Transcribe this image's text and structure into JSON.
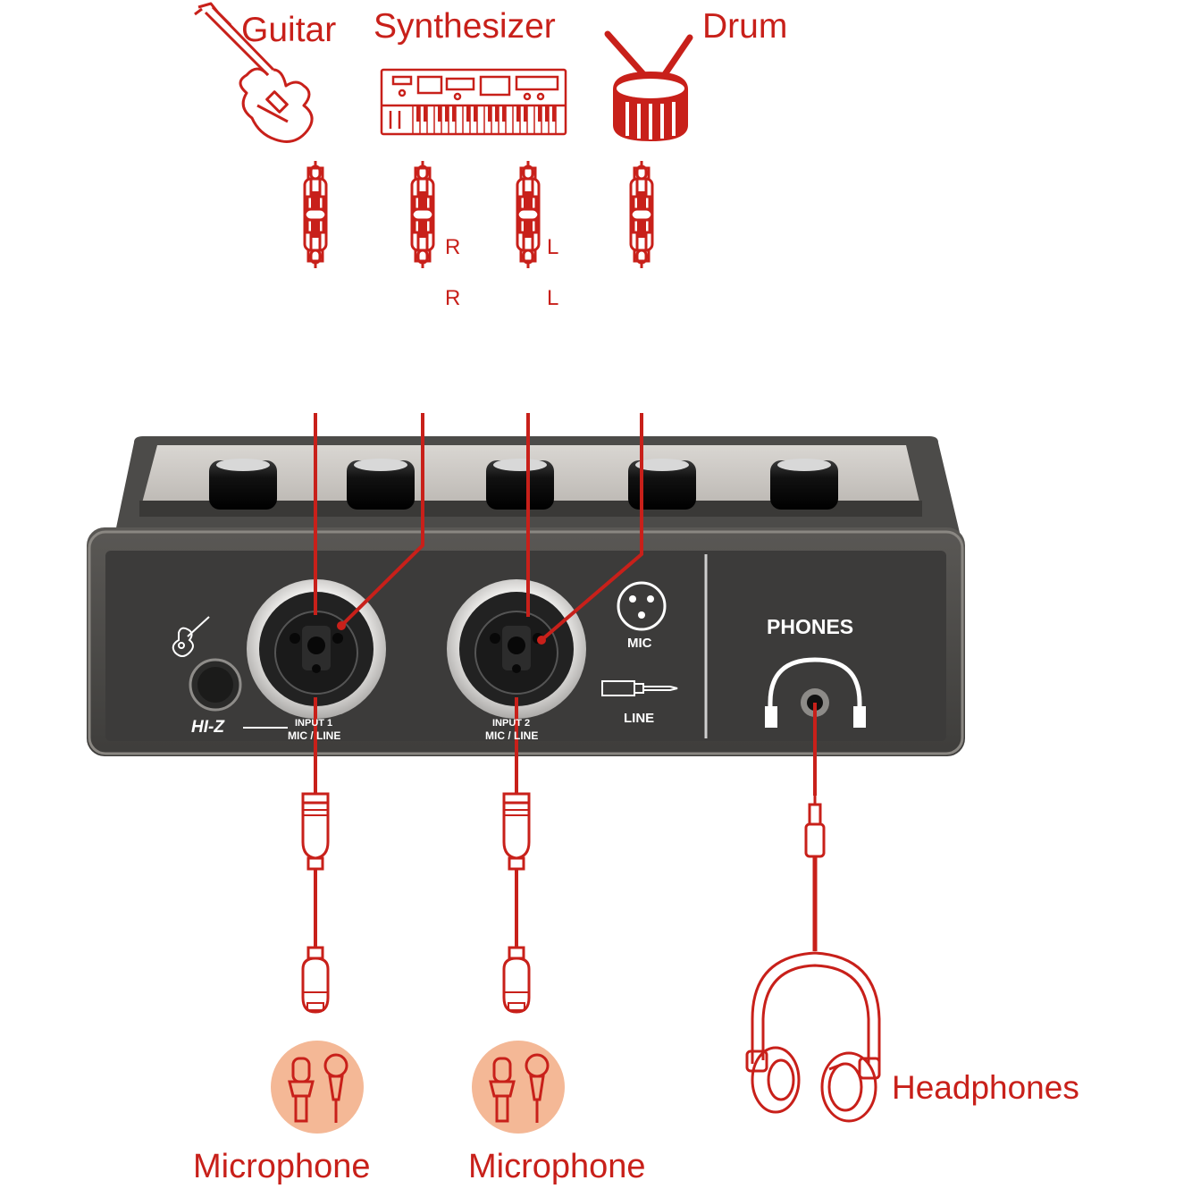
{
  "instruments": {
    "guitar": "Guitar",
    "synthesizer": "Synthesizer",
    "drum": "Drum"
  },
  "channel_marks": {
    "synth_right_upper": "R",
    "synth_right_lower": "R",
    "synth_left_upper": "L",
    "synth_left_lower": "L"
  },
  "device": {
    "hiz_label": "HI-Z",
    "input1_label": "INPUT 1",
    "input1_sub": "MIC / LINE",
    "input2_label": "INPUT 2",
    "input2_sub": "MIC / LINE",
    "mic_label": "MIC",
    "line_label": "LINE",
    "phones_label": "PHONES"
  },
  "outputs": {
    "microphone_1": "Microphone",
    "microphone_2": "Microphone",
    "headphones": "Headphones"
  },
  "colors": {
    "accent_red": "#c8201a",
    "device_body": "#4a4947",
    "device_panel": "#3c3b3a",
    "mic_badge_fill": "#f4b896"
  },
  "icons": {
    "guitar": "guitar-icon",
    "synthesizer": "synthesizer-icon",
    "drum": "drum-icon",
    "microphone": "microphone-icon",
    "headphones": "headphones-icon",
    "hiz": "acoustic-guitar-icon",
    "mic_port": "xlr-icon",
    "line_port": "jack-plug-icon",
    "phones_port": "headphone-jack-icon"
  }
}
